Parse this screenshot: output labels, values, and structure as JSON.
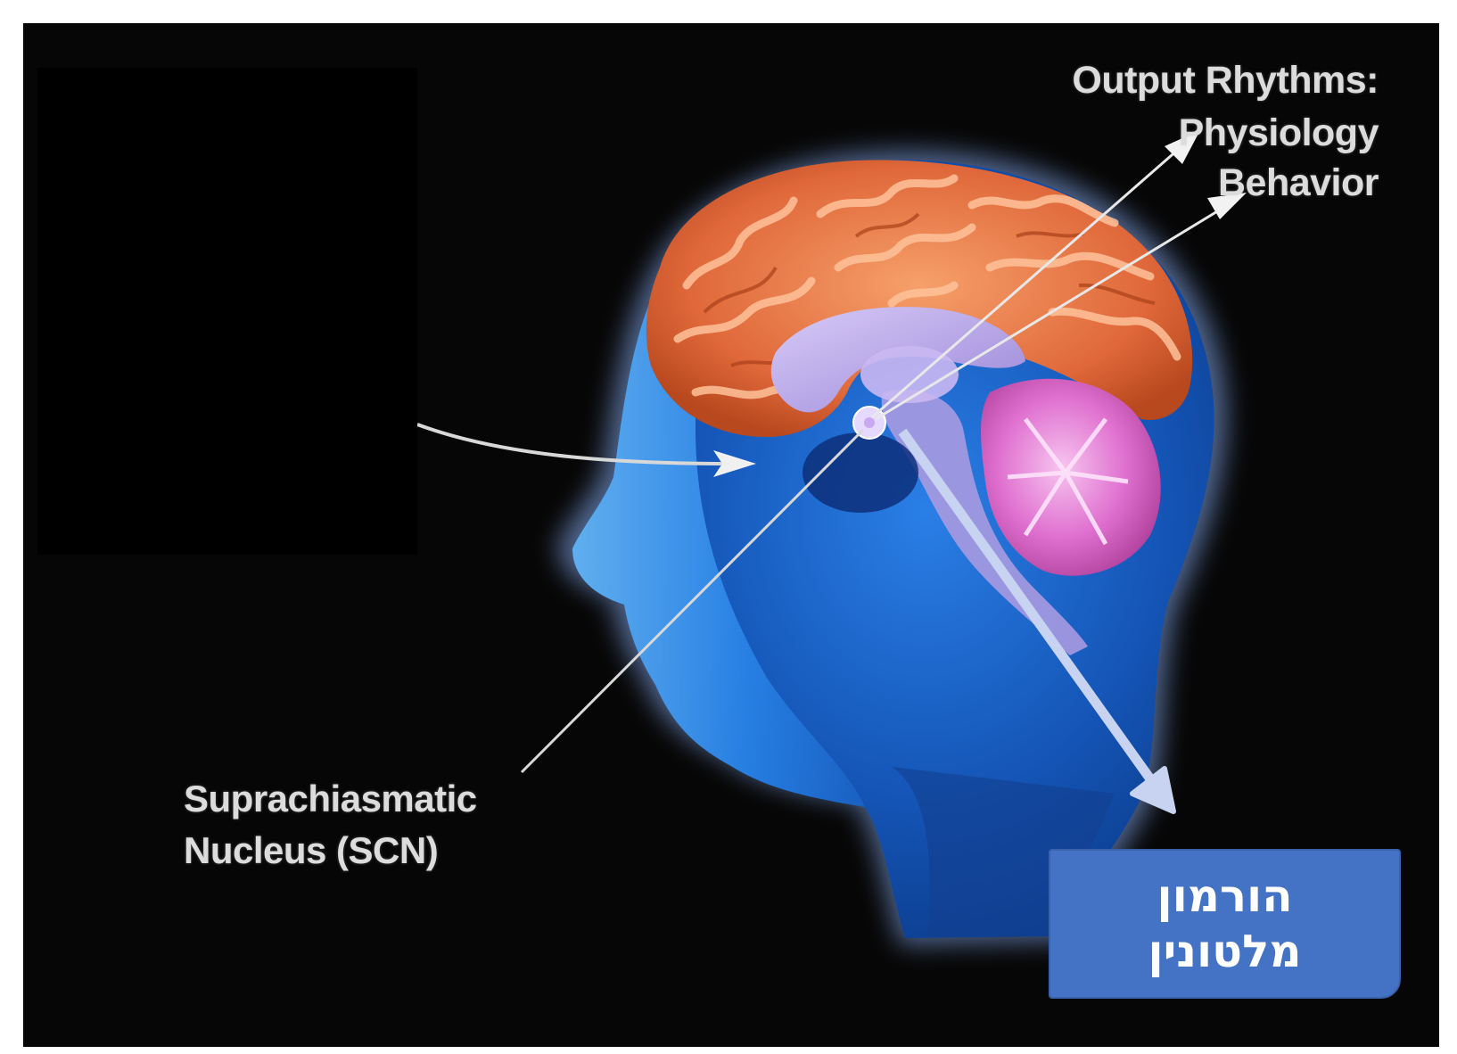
{
  "output_rhythms": {
    "title": "Output Rhythms:",
    "items": [
      "Physiology",
      "Behavior"
    ]
  },
  "scn_label": {
    "line1": "Suprachiasmatic",
    "line2": "Nucleus (SCN)"
  },
  "hormone_box": {
    "line1": "הורמון",
    "line2": "מלטונין",
    "color": "#4472c4"
  },
  "colors": {
    "background": "#060606",
    "head": "#1f6fd6",
    "cerebrum": "#e8703f",
    "cerebellum": "#e27ad8",
    "limbic": "#b6a2e8",
    "arrow_light": "#c7d3f0"
  }
}
